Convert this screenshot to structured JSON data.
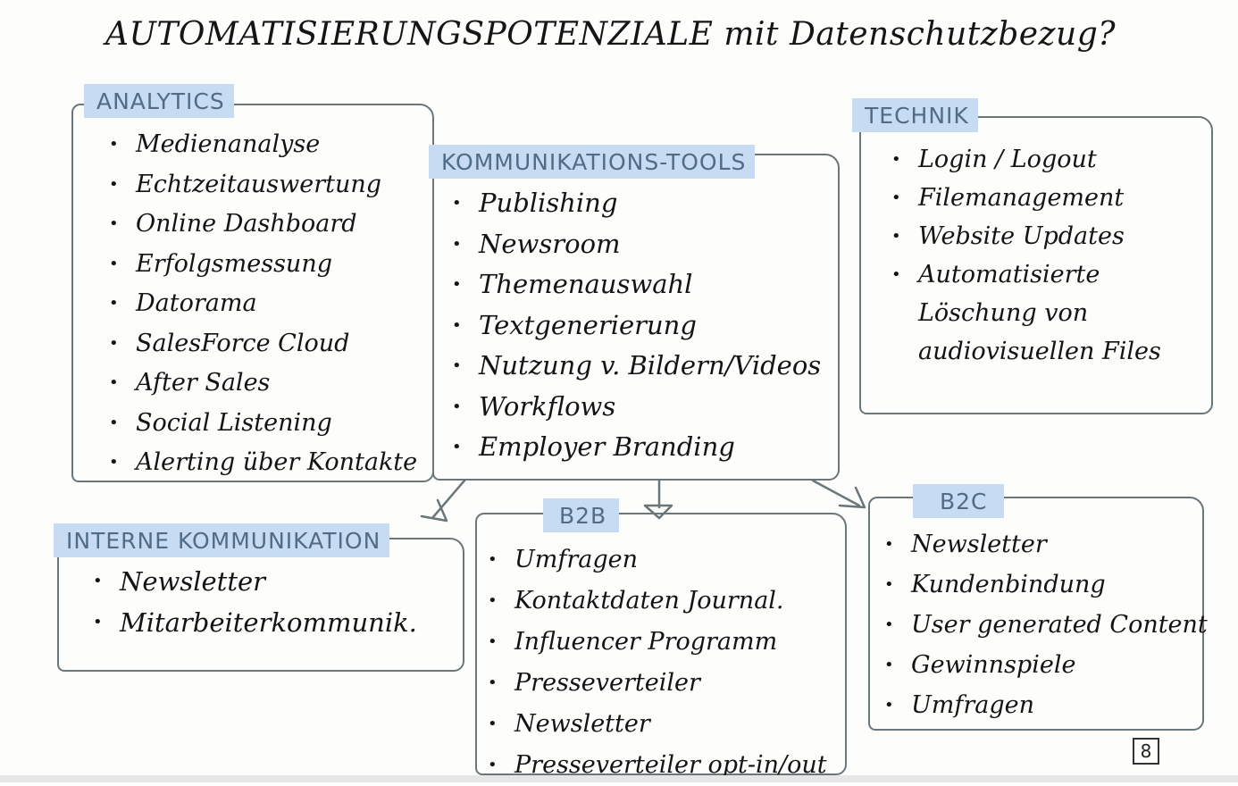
{
  "title": "AUTOMATISIERUNGSPOTENZIALE mit Datenschutzbezug?",
  "page_number": "8",
  "colors": {
    "label_bg": "#c7dcf3",
    "label_text": "#526b86",
    "border": "#6b767b",
    "ink": "#141414"
  },
  "analytics": {
    "label": "ANALYTICS",
    "items": [
      "Medienanalyse",
      "Echtzeitauswertung",
      "Online Dashboard",
      "Erfolgsmessung",
      "Datorama",
      "SalesForce Cloud",
      "After Sales",
      "Social Listening",
      "Alerting über Kontakte"
    ]
  },
  "kommunikation": {
    "label": "KOMMUNIKATIONS-TOOLS",
    "items": [
      "Publishing",
      "Newsroom",
      "Themenauswahl",
      "Textgenerierung",
      "Nutzung v. Bildern/Videos",
      "Workflows",
      "Employer Branding"
    ]
  },
  "technik": {
    "label": "TECHNIK",
    "items": [
      "Login / Logout",
      "Filemanagement",
      "Website Updates",
      "Automatisierte"
    ],
    "continuation": [
      "Löschung von",
      "audiovisuellen Files"
    ]
  },
  "interne": {
    "label": "INTERNE KOMMUNIKATION",
    "items": [
      "Newsletter",
      "Mitarbeiterkommunik."
    ]
  },
  "b2b": {
    "label": "B2B",
    "items": [
      "Umfragen",
      "Kontaktdaten Journal.",
      "Influencer Programm",
      "Presseverteiler",
      "Newsletter",
      "Presseverteiler opt-in/out"
    ]
  },
  "b2c": {
    "label": "B2C",
    "items": [
      "Newsletter",
      "Kundenbindung",
      "User generated Content",
      "Gewinnspiele",
      "Umfragen"
    ]
  }
}
